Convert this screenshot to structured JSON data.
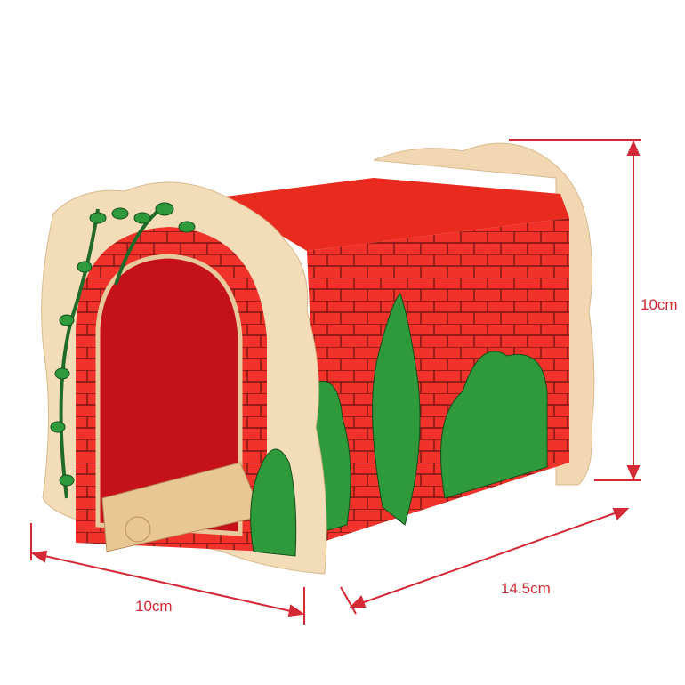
{
  "product": {
    "name": "",
    "colors": {
      "brick": "#f0322a",
      "wood": "#f3dcb8",
      "foliage": "#2e9a3c",
      "dimension": "#d42a35"
    }
  },
  "dimensions": {
    "height_label": "10cm",
    "width_label": "10cm",
    "length_label": "14.5cm"
  }
}
